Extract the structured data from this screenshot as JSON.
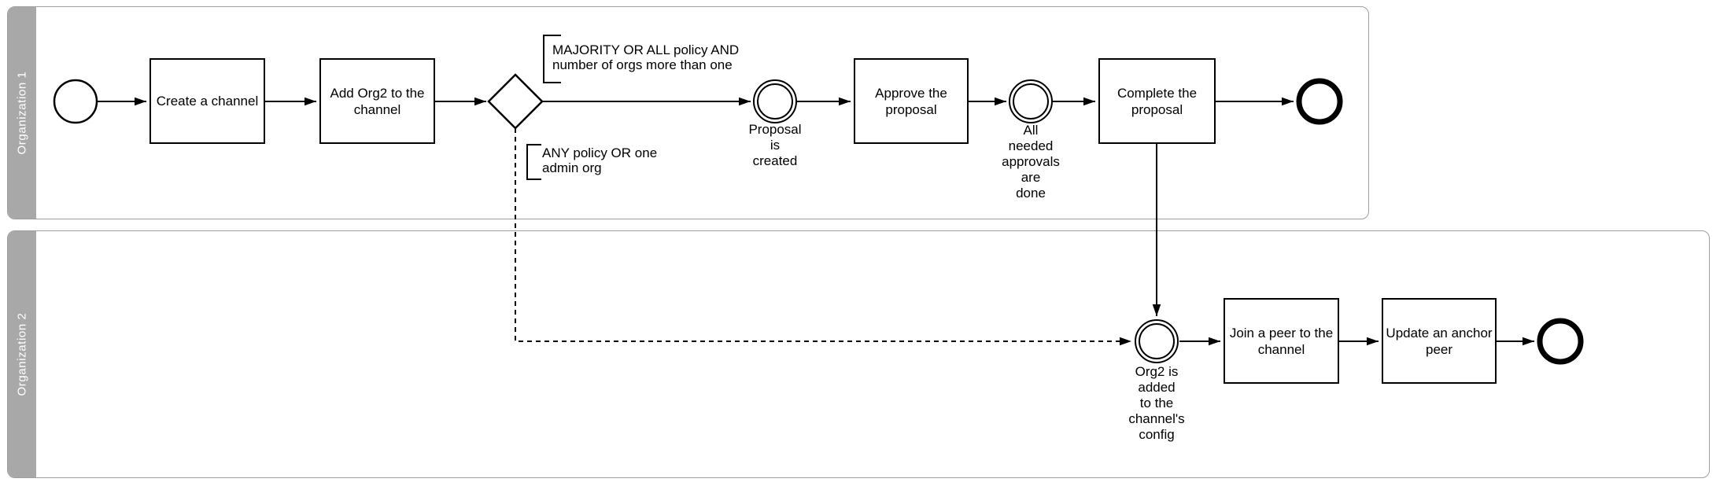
{
  "diagram": {
    "lanes": [
      {
        "label": "Organization 1"
      },
      {
        "label": "Organization 2"
      }
    ],
    "tasks": [
      {
        "label": "Create a channel"
      },
      {
        "label": "Add Org2 to the\nchannel"
      },
      {
        "label": "Approve the\nproposal"
      },
      {
        "label": "Complete the\nproposal"
      },
      {
        "label": "Join a peer to the\nchannel"
      },
      {
        "label": "Update an anchor\npeer"
      }
    ],
    "events": [
      {
        "id": "start-event",
        "label": ""
      },
      {
        "id": "proposal-created",
        "label": "Proposal\nis\ncreated"
      },
      {
        "id": "approvals-done",
        "label": "All\nneeded\napprovals\nare\ndone"
      },
      {
        "id": "org2-added",
        "label": "Org2 is\nadded\nto the\nchannel's\nconfig"
      },
      {
        "id": "end-event-1",
        "label": ""
      },
      {
        "id": "end-event-2",
        "label": ""
      }
    ],
    "annotations": [
      {
        "text": "MAJORITY OR ALL policy AND\nnumber of orgs more than one"
      },
      {
        "text": "ANY policy OR one\nadmin org"
      }
    ],
    "colors": {
      "lane_bar": "#a8a8a8",
      "lane_border": "#9e9e9e",
      "lane_label_text": "#ffffff",
      "shape_stroke": "#000000",
      "shape_fill": "#ffffff"
    }
  }
}
